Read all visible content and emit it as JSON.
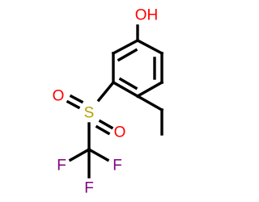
{
  "molecule": {
    "atoms": {
      "hydroxyl": "OH",
      "sulfur": "S",
      "sulfonyl_oxygen_upper": "O",
      "sulfonyl_oxygen_lower": "O",
      "fluorine_left": "F",
      "fluorine_right": "F",
      "fluorine_bottom": "F"
    }
  },
  "colors": {
    "bond": "#000000",
    "oxygen": "#ff0000",
    "sulfur": "#b3a300",
    "fluorine": "#7f007f"
  }
}
